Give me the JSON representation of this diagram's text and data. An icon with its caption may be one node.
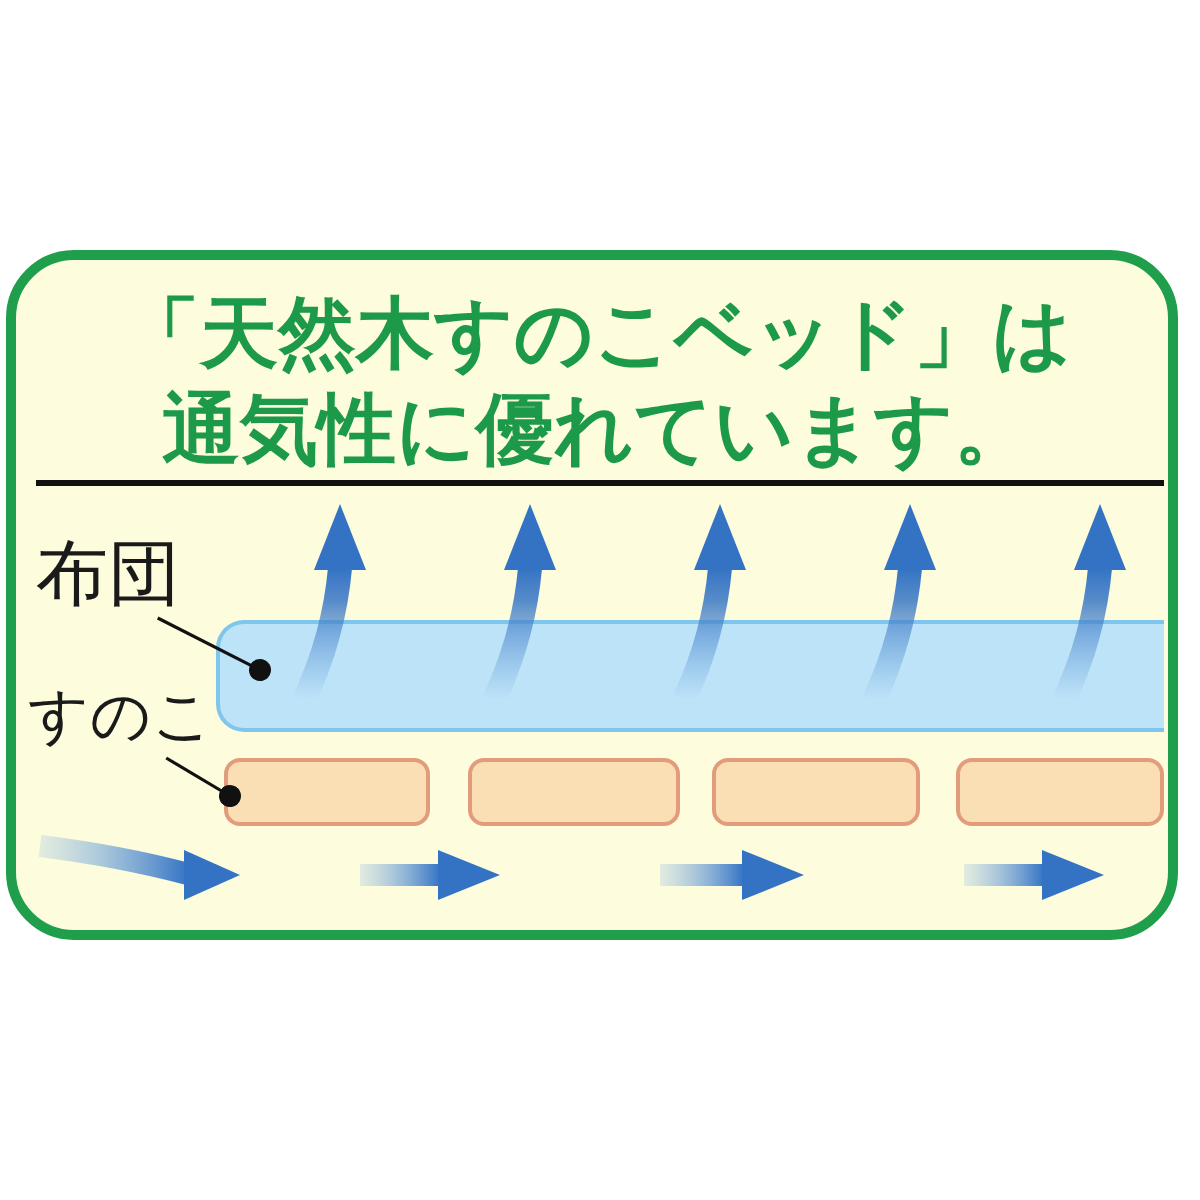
{
  "diagram": {
    "title": "「天然木すのこベッド」は通気性に優れています。",
    "nodes": [
      {
        "text": [
          "布団"
        ]
      },
      {
        "text": [],
        "shape": "bar"
      },
      {
        "text": [
          "すのこ"
        ]
      },
      {
        "text": [],
        "shape": "bar"
      },
      {
        "text": [],
        "shape": "bar"
      },
      {
        "text": [],
        "shape": "bar"
      },
      {
        "text": [],
        "shape": "bar"
      }
    ],
    "edges": [
      {
        "from": 0,
        "to": 1,
        "arrow": "other"
      },
      {
        "from": 2,
        "to": 3,
        "arrow": "other"
      }
    ]
  }
}
